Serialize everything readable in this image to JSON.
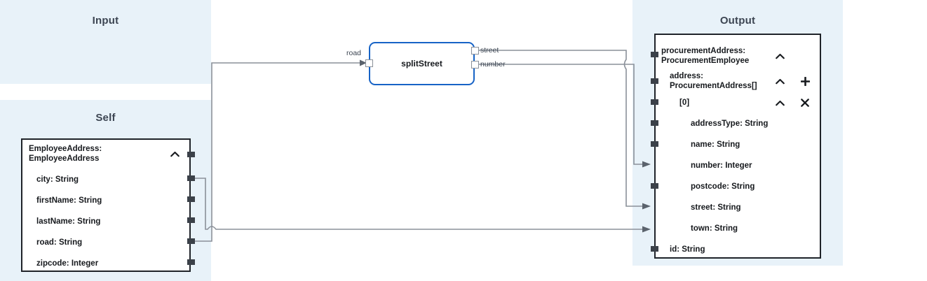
{
  "lanes": {
    "input": {
      "title": "Input"
    },
    "self": {
      "title": "Self"
    },
    "output": {
      "title": "Output"
    }
  },
  "function_node": {
    "title": "splitStreet",
    "inputs": [
      {
        "name": "road"
      }
    ],
    "outputs": [
      {
        "name": "street"
      },
      {
        "name": "number"
      }
    ],
    "border_color": "#1763c6"
  },
  "self_node": {
    "header": "EmployeeAddress:\nEmployeeAddress",
    "collapse_icon": "chevron-up-icon",
    "fields": [
      {
        "label": "city: String"
      },
      {
        "label": "firstName: String"
      },
      {
        "label": "lastName: String"
      },
      {
        "label": "road: String"
      },
      {
        "label": "zipcode: Integer"
      }
    ]
  },
  "output_node": {
    "rows": [
      {
        "label": "procurementAddress:\nProcurementEmployee",
        "indent": 0,
        "icons": [
          "chevron-up-icon"
        ]
      },
      {
        "label": "address:\nProcurementAddress[]",
        "indent": 1,
        "icons": [
          "chevron-up-icon",
          "plus-icon"
        ]
      },
      {
        "label": "[0]",
        "indent": 2,
        "icons": [
          "chevron-up-icon",
          "close-icon"
        ]
      },
      {
        "label": "addressType: String",
        "indent": 3,
        "icons": []
      },
      {
        "label": "name: String",
        "indent": 3,
        "icons": []
      },
      {
        "label": "number: Integer",
        "indent": 3,
        "icons": []
      },
      {
        "label": "postcode: String",
        "indent": 3,
        "icons": []
      },
      {
        "label": "street: String",
        "indent": 3,
        "icons": []
      },
      {
        "label": "town: String",
        "indent": 3,
        "icons": []
      },
      {
        "label": "id: String",
        "indent": 1,
        "icons": []
      }
    ]
  },
  "colors": {
    "lane_background": "#e8f2f9",
    "node_border": "#1f2329",
    "function_border": "#1763c6",
    "wire": "#8a9099",
    "port": "#3b4149",
    "title_text": "#3c4552"
  },
  "connections": [
    {
      "from": "self.road",
      "to": "function.road"
    },
    {
      "from": "function.street",
      "to": "output.street"
    },
    {
      "from": "function.number",
      "to": "output.number"
    },
    {
      "from": "self.city",
      "to": "output.town"
    }
  ]
}
